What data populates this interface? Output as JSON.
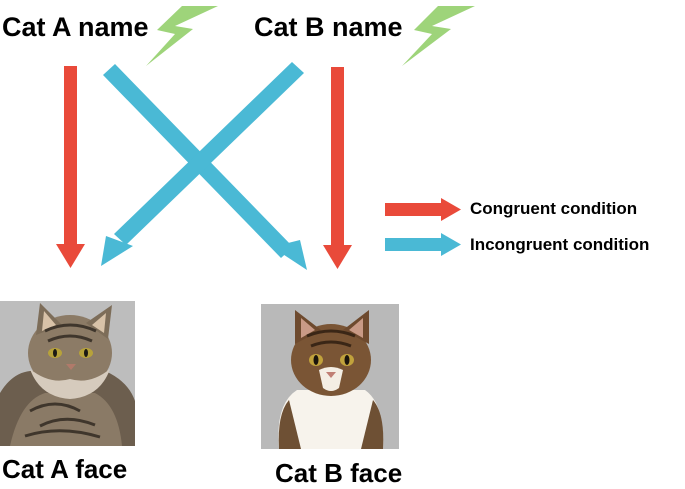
{
  "labels": {
    "cat_a_name": "Cat A name",
    "cat_b_name": "Cat B name",
    "cat_a_face": "Cat A face",
    "cat_b_face": "Cat B face"
  },
  "legend": {
    "congruent": "Congruent condition",
    "incongruent": "Incongruent condition"
  },
  "colors": {
    "congruent_arrow": "#e94a3a",
    "incongruent_arrow": "#4ab9d5",
    "lightning": "#9ed47a",
    "photo_background": "#b9b9b9"
  },
  "icons": {
    "audio_cue": "lightning-icon",
    "cat_a_photo": "tabby-longhair-cat-photo",
    "cat_b_photo": "tabby-white-cat-photo"
  }
}
